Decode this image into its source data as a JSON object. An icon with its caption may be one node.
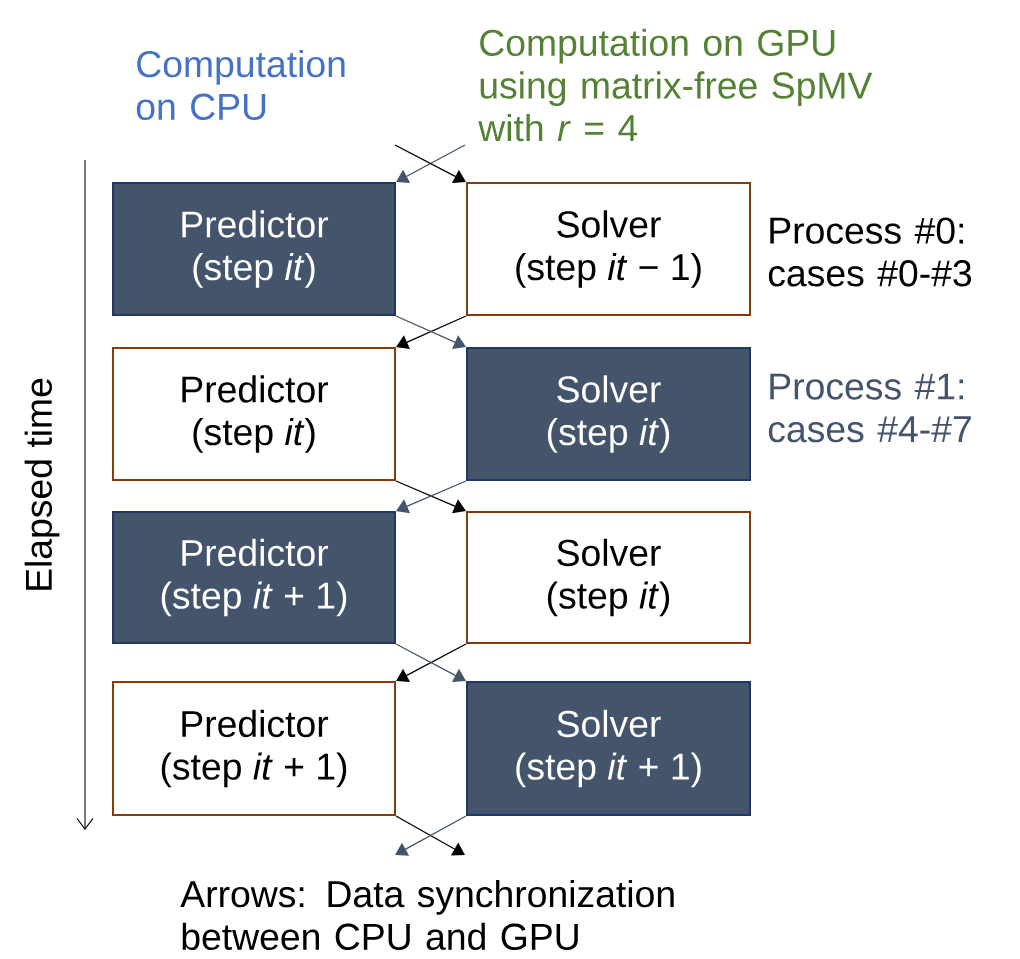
{
  "diagram": {
    "nodes": [
      {
        "text": [
          "Predictor (step *it*)"
        ]
      },
      {
        "text": [
          "Solver (step *it* − 1)"
        ]
      },
      {
        "text": [
          "Predictor (step *it*)"
        ]
      },
      {
        "text": [
          "Solver (step *it*)"
        ]
      },
      {
        "text": [
          "Predictor (step *it* + 1)"
        ]
      },
      {
        "text": [
          "Solver (step *it*)"
        ]
      },
      {
        "text": [
          "Predictor (step *it* + 1)"
        ]
      },
      {
        "text": [
          "Solver (step *it* + 1)"
        ]
      }
    ],
    "edges": [
      {
        "from": null,
        "to": 0,
        "arrow": "to",
        "color": "#44546a"
      },
      {
        "from": null,
        "to": 1,
        "arrow": "to",
        "color": "#000000"
      },
      {
        "from": 1,
        "to": 2,
        "arrow": "to",
        "color": "#000000"
      },
      {
        "from": 0,
        "to": 3,
        "arrow": "to",
        "color": "#44546a"
      },
      {
        "from": 2,
        "to": 5,
        "arrow": "to",
        "color": "#000000"
      },
      {
        "from": 3,
        "to": 4,
        "arrow": "to",
        "color": "#44546a"
      },
      {
        "from": 5,
        "to": 6,
        "arrow": "to",
        "color": "#000000"
      },
      {
        "from": 4,
        "to": 7,
        "arrow": "to",
        "color": "#44546a"
      },
      {
        "from": 6,
        "to": null,
        "arrow": "to",
        "color": "#000000"
      },
      {
        "from": 7,
        "to": null,
        "arrow": "to",
        "color": "#44546a"
      }
    ],
    "labels": [
      "Computation on CPU",
      "Computation on GPU using matrix-free SpMV with *r* = 4",
      "Process #0: cases #0-#3",
      "Process #1: cases #4-#7",
      "Elapsed time",
      "Arrows: Data synchronization between CPU and GPU"
    ]
  }
}
